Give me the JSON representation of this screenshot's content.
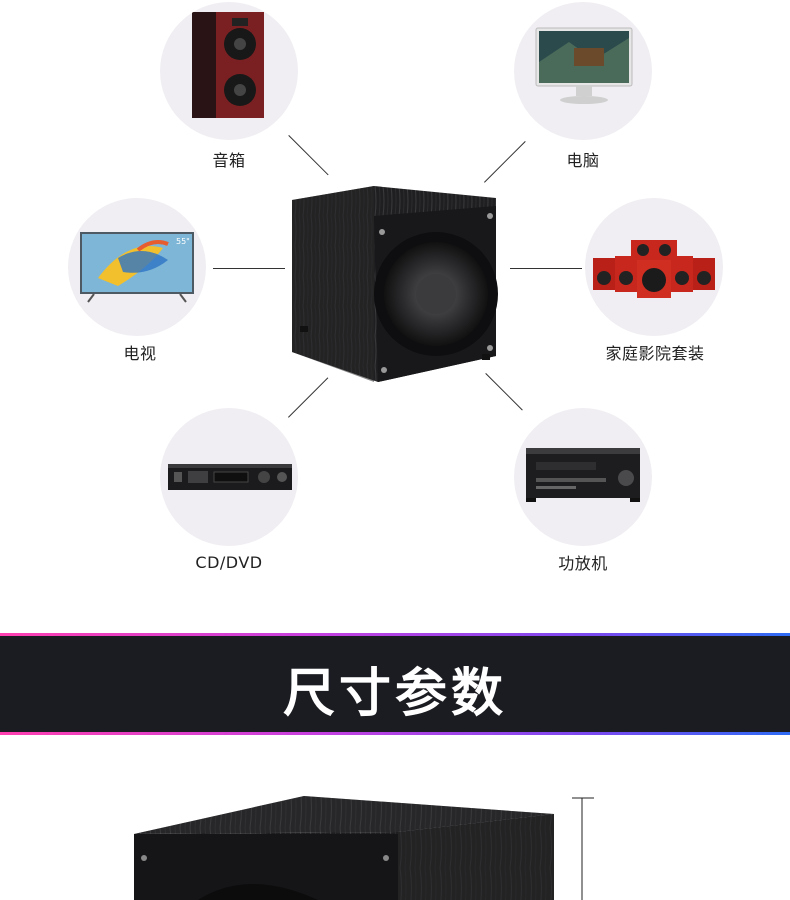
{
  "devices": [
    {
      "label": "音箱"
    },
    {
      "label": "电脑"
    },
    {
      "label": "电视"
    },
    {
      "label": "家庭影院套装"
    },
    {
      "label": "CD/DVD"
    },
    {
      "label": "功放机"
    }
  ],
  "tv_badge": "55\"",
  "banner": {
    "title": "尺寸参数"
  },
  "colors": {
    "banner_bg": "#1b1c21",
    "gradient_start": "#ff3fb0",
    "gradient_end": "#2e6cf5",
    "circle_bg": "#f0eef2"
  }
}
